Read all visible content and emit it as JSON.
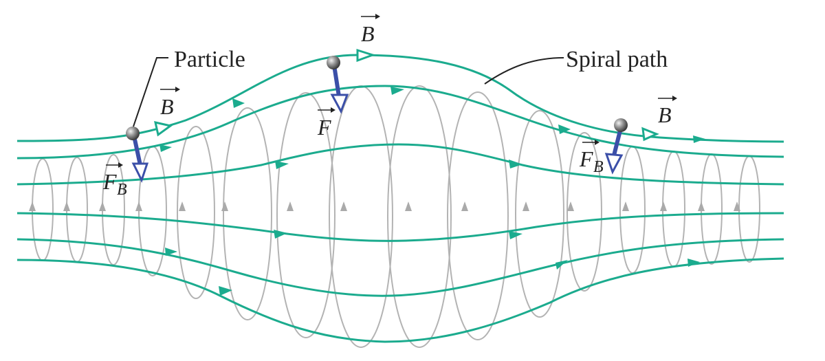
{
  "labels": {
    "particle": "Particle",
    "spiral_path": "Spiral path"
  },
  "vectors": {
    "b_symbol": "B",
    "f_symbol": "F",
    "f_subscript": "B"
  },
  "colors": {
    "field_line": "#1bab8e",
    "spiral": "#b3b3b3",
    "force_arrow": "#3b4fa8",
    "particle": "#8a8a8a",
    "text": "#222222"
  }
}
